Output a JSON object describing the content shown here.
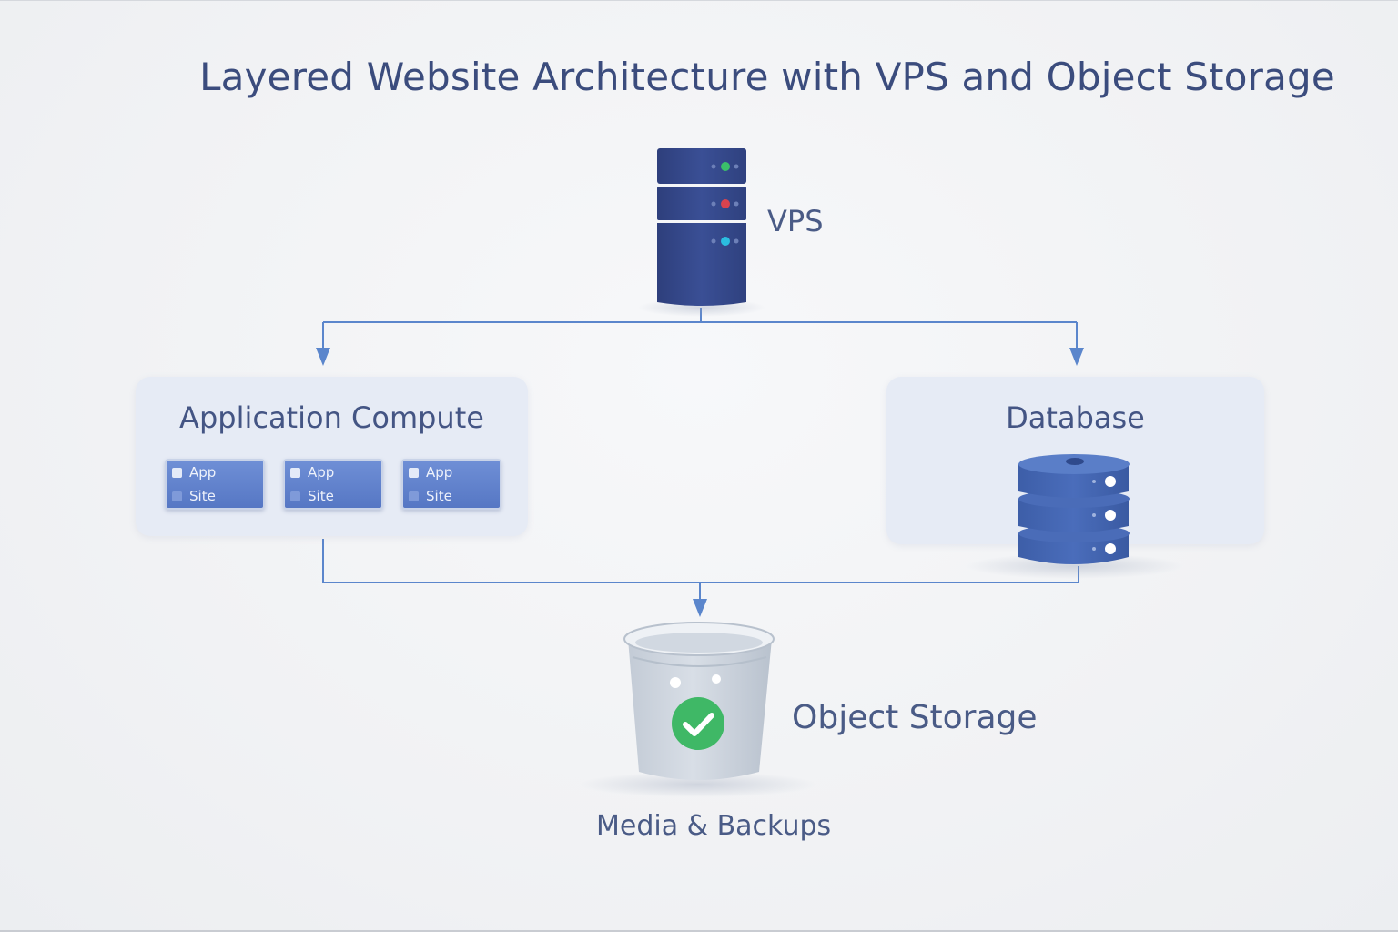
{
  "title": "Layered Website Architecture with VPS and Object Storage",
  "nodes": {
    "vps": {
      "label": "VPS"
    },
    "app_compute": {
      "label": "Application Compute",
      "cards": [
        {
          "line1": "App",
          "line2": "Site"
        },
        {
          "line1": "App",
          "line2": "Site"
        },
        {
          "line1": "App",
          "line2": "Site"
        }
      ]
    },
    "database": {
      "label": "Database"
    },
    "object_storage": {
      "label": "Object Storage",
      "caption": "Media & Backups"
    }
  },
  "colors": {
    "server": "#34478a",
    "connector": "#5b86cc",
    "led_green": "#3bbf6a",
    "led_red": "#d9434f",
    "led_cyan": "#2bbde0",
    "check": "#3fb866"
  },
  "icons": {
    "vps": "server-rack-icon",
    "database": "database-stack-icon",
    "object_storage": "bucket-icon",
    "status": "checkmark-icon"
  }
}
